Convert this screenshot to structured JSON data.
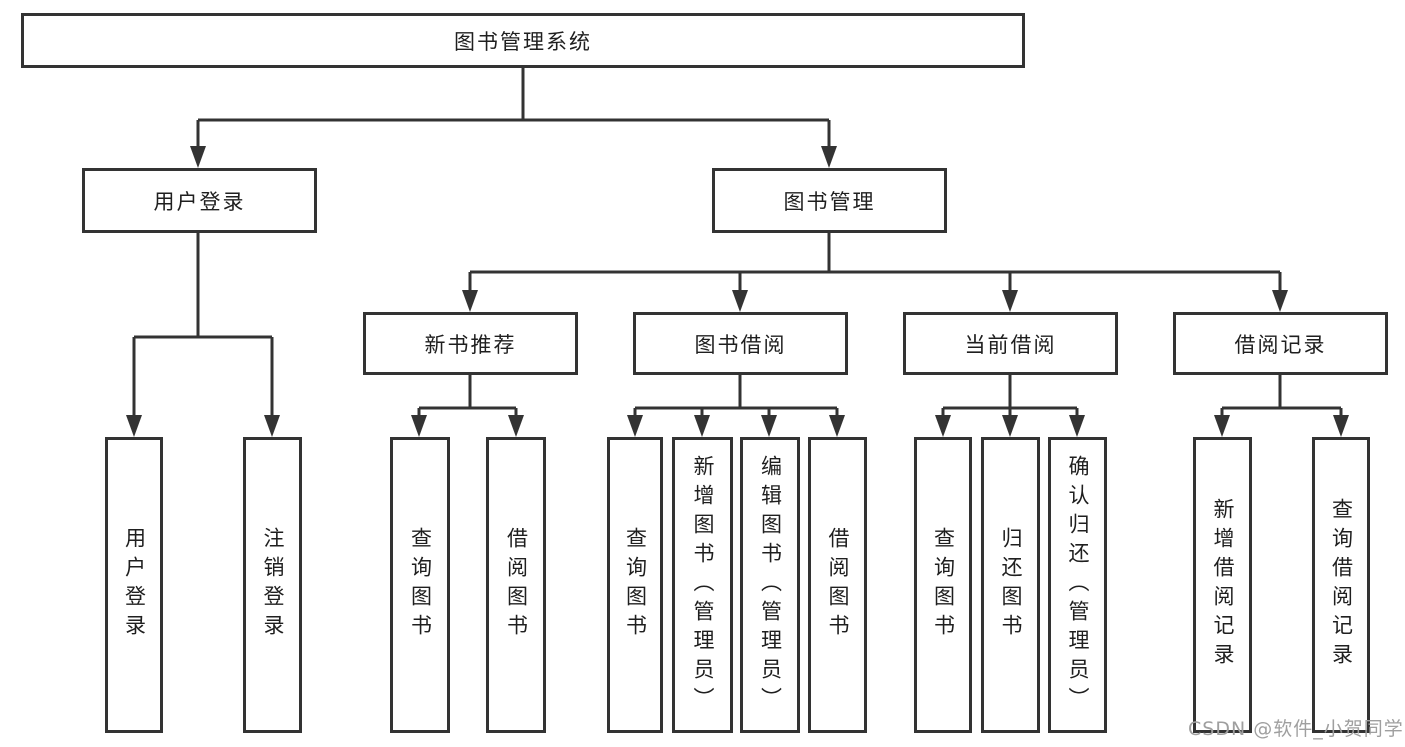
{
  "diagram": {
    "title": "图书管理系统",
    "level2": [
      {
        "label": "用户登录",
        "children": [
          {
            "label": "用户登录"
          },
          {
            "label": "注销登录"
          }
        ]
      },
      {
        "label": "图书管理",
        "children": [
          {
            "label": "新书推荐",
            "children": [
              {
                "label": "查询图书"
              },
              {
                "label": "借阅图书"
              }
            ]
          },
          {
            "label": "图书借阅",
            "children": [
              {
                "label": "查询图书"
              },
              {
                "label": "新增图书（管理员）"
              },
              {
                "label": "编辑图书（管理员）"
              },
              {
                "label": "借阅图书"
              }
            ]
          },
          {
            "label": "当前借阅",
            "children": [
              {
                "label": "查询图书"
              },
              {
                "label": "归还图书"
              },
              {
                "label": "确认归还（管理员）"
              }
            ]
          },
          {
            "label": "借阅记录",
            "children": [
              {
                "label": "新增借阅记录"
              },
              {
                "label": "查询借阅记录"
              }
            ]
          }
        ]
      }
    ],
    "colors": {
      "line": "#333333",
      "text": "#1f1f1f",
      "background": "#ffffff",
      "watermark_gray": "#9f9f9f"
    }
  },
  "watermark": {
    "text": "CSDN @软件_小贺同学"
  }
}
